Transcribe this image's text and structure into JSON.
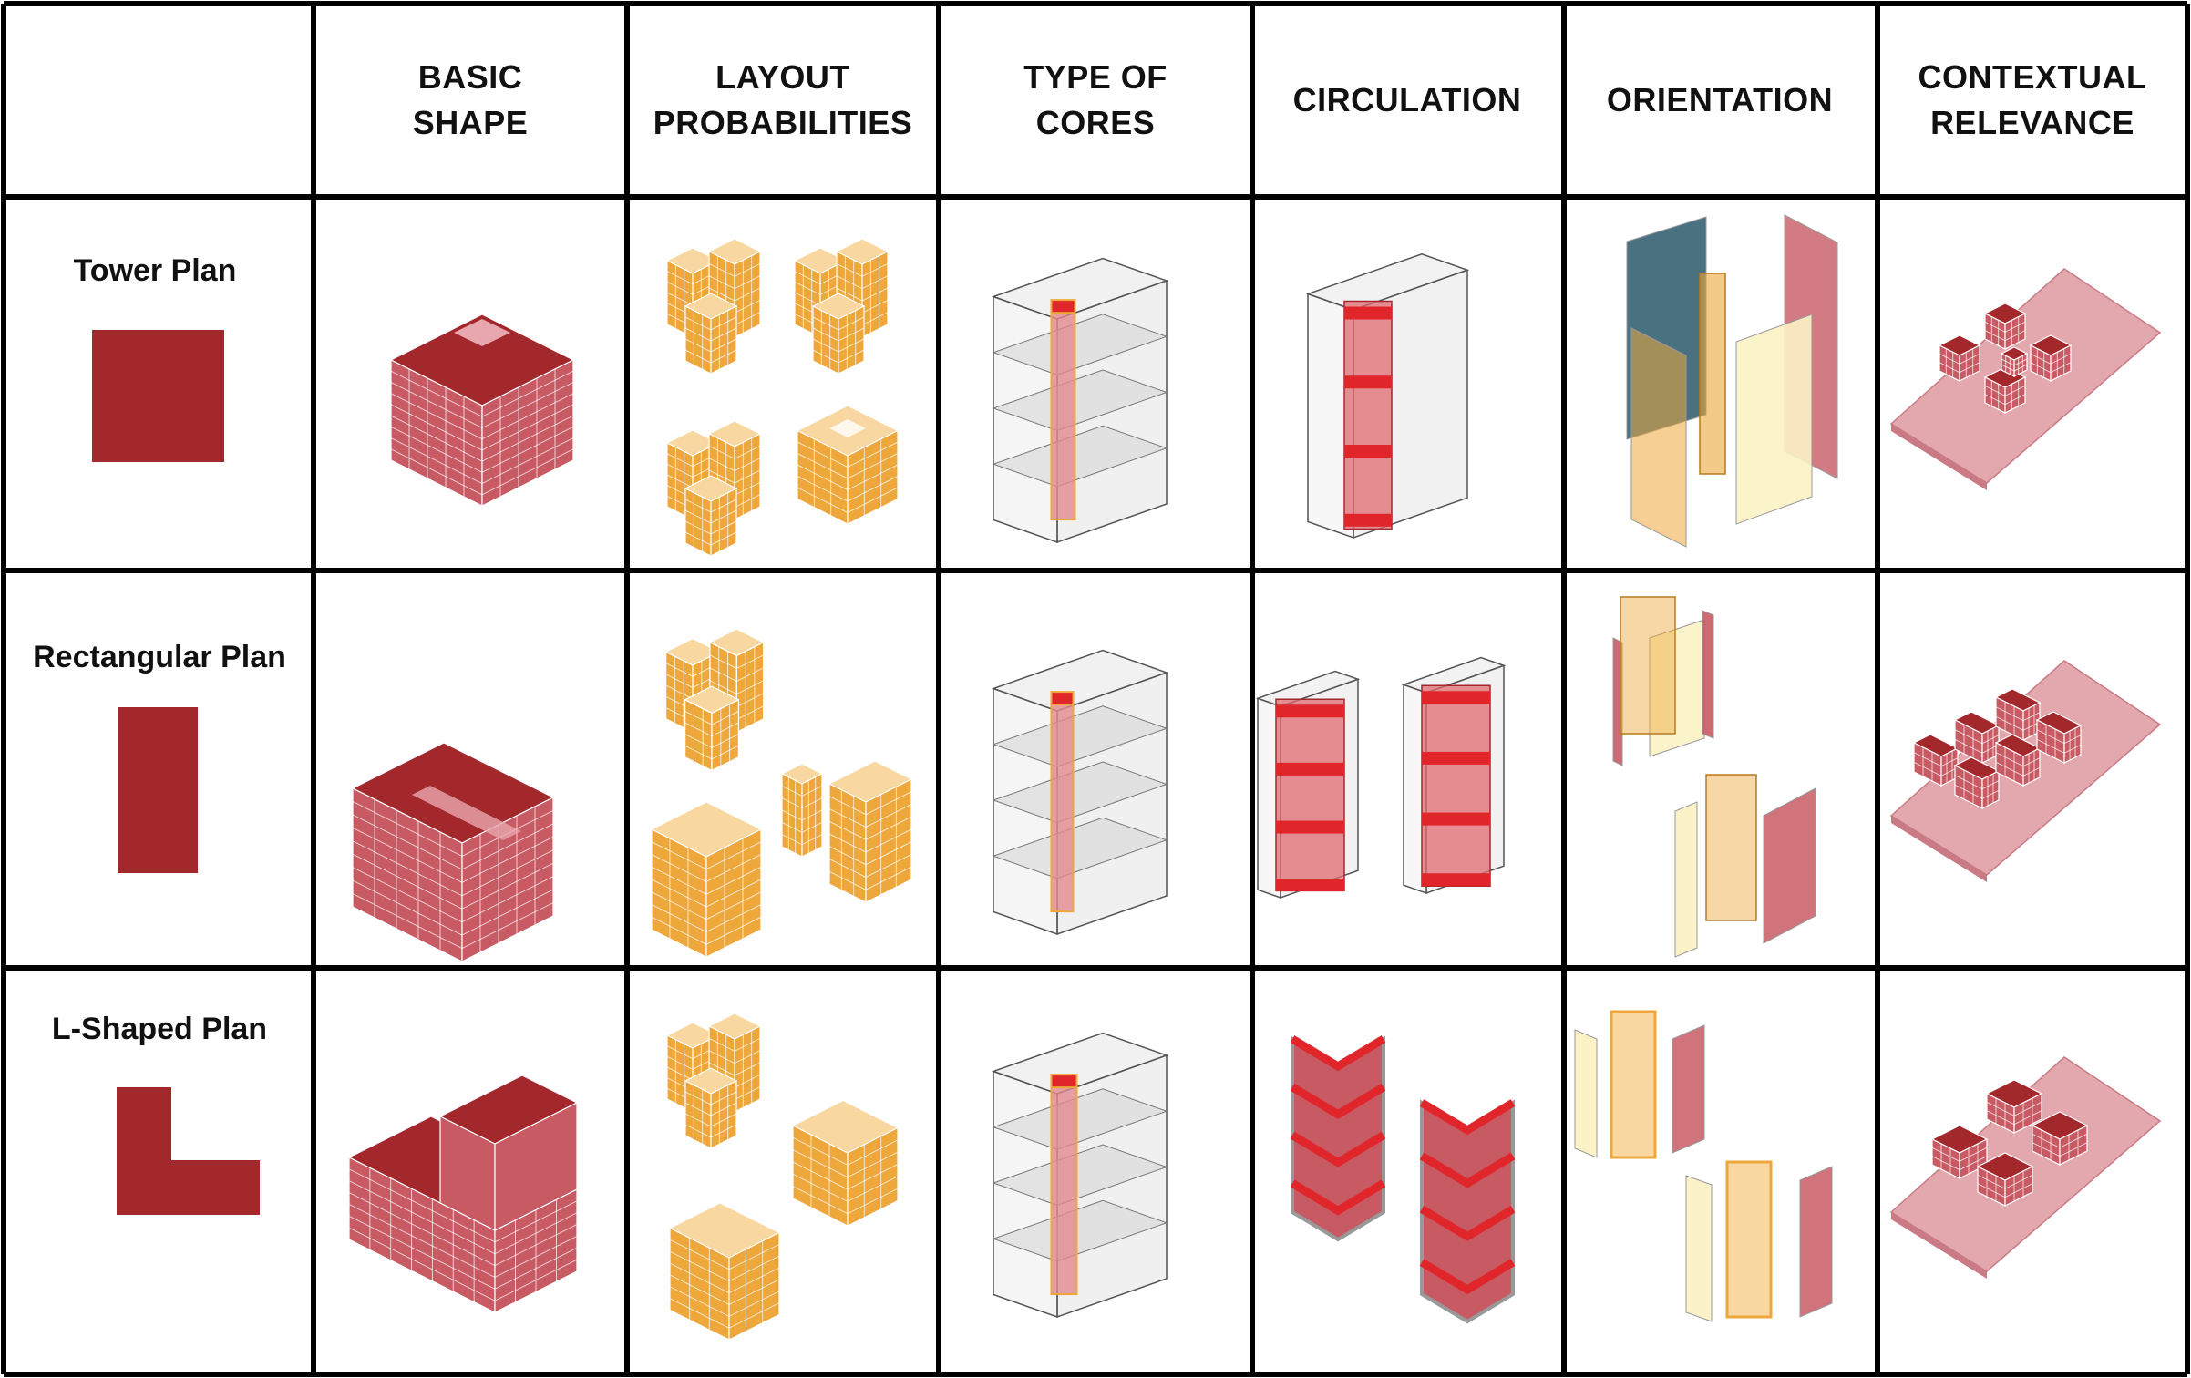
{
  "headers": {
    "basic_shape": "BASIC\nSHAPE",
    "layout": "LAYOUT\nPROBABILITIES",
    "cores": "TYPE OF\nCORES",
    "circulation": "CIRCULATION",
    "orientation": "ORIENTATION",
    "context": "CONTEXTUAL\nRELEVANCE"
  },
  "rows": [
    {
      "label": "Tower Plan",
      "plan": "square"
    },
    {
      "label": "Rectangular Plan",
      "plan": "rectangle"
    },
    {
      "label": "L-Shaped Plan",
      "plan": "l-shape"
    }
  ],
  "colors": {
    "brick": "#a3282c",
    "brick_face": "#c85a64",
    "brick_light": "#e8a6ae",
    "amber": "#eda73a",
    "amber_light": "#f8d7a0",
    "pale_yellow": "#fbf2c4",
    "teal": "#3f6978",
    "glass": "#e3e3e3",
    "red": "#e0262b",
    "grid": "#000000"
  }
}
